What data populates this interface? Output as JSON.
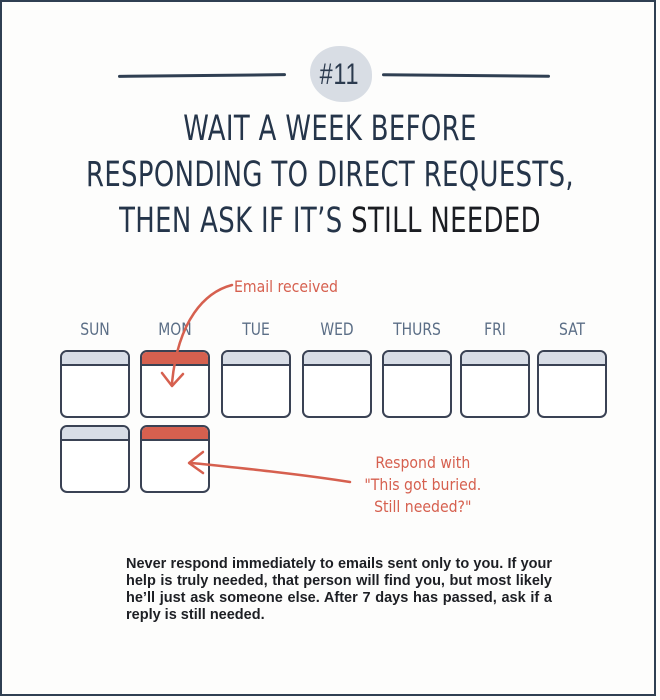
{
  "header": {
    "badge": "#11",
    "title_lines": [
      "WAIT A WEEK BEFORE",
      "RESPONDING TO DIRECT REQUESTS,"
    ],
    "title_line3_a": "THEN ASK IF IT’S ",
    "title_line3_b": "STILL NEEDED"
  },
  "annotations": {
    "email_received": "Email received",
    "respond_line1": "Respond with",
    "respond_line2": "\"This got buried.",
    "respond_line3": "Still needed?\""
  },
  "calendar": {
    "days": [
      "SUN",
      "MON",
      "TUE",
      "WED",
      "THURS",
      "FRI",
      "SAT"
    ],
    "highlighted_cells": [
      {
        "week": 1,
        "day": "MON"
      },
      {
        "week": 2,
        "day": "MON"
      }
    ],
    "highlight_color": "#d6604f",
    "cap_color": "#d8dde6"
  },
  "body": {
    "text": "Never respond immediately to emails sent only to you. If your help is truly needed, that person will find you, but most likely he’ll just ask someone else. After 7 days has passed, ask if a reply is still needed."
  }
}
